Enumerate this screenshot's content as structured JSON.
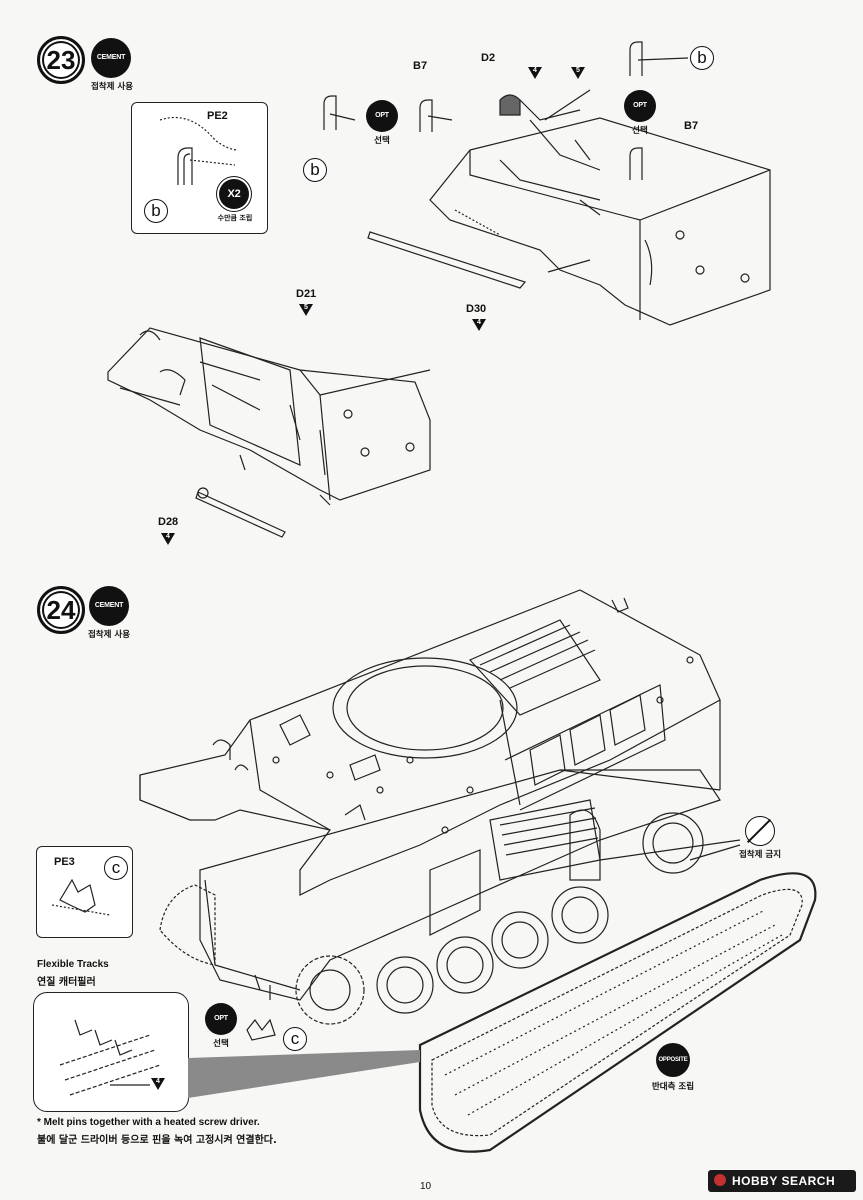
{
  "step23": {
    "number": "23",
    "cement_badge": "CEMENT",
    "cement_caption": "접착제 사용",
    "inset": {
      "part": "PE2",
      "ref": "b",
      "x2": "X2",
      "x2_caption": "수만큼 조립"
    },
    "ref_b": "b",
    "opt_badge": "OPT",
    "opt_caption": "선택",
    "parts": {
      "b7_left": "B7",
      "b7_right": "B7",
      "d2": "D2",
      "d2_qty": "4",
      "qty5": "5",
      "d30": "D30",
      "d30_qty": "4",
      "d21": "D21",
      "d21_qty": "5",
      "d28": "D28",
      "d28_qty": "4"
    }
  },
  "step24": {
    "number": "24",
    "cement_badge": "CEMENT",
    "cement_caption": "접착제 사용",
    "no_cement_caption": "접착제 금지",
    "pe3": "PE3",
    "ref_c": "c",
    "opt_badge": "OPT",
    "opt_caption": "선택",
    "flexible_tracks_en": "Flexible Tracks",
    "flexible_tracks_ko": "연질 캐터필러",
    "tracks_qty": "4",
    "opposite_badge": "OPPOSITE",
    "opposite_caption": "반대측 조립",
    "note_en": "* Melt pins together with a heated screw driver.",
    "note_ko": "불에 달군 드라이버 등으로 핀을 녹여 고정시켜 연결한다."
  },
  "footer": {
    "page_number": "10",
    "watermark": "HOBBY SEARCH"
  }
}
